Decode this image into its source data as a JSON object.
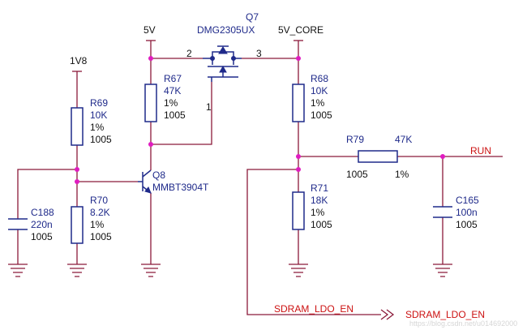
{
  "rails": {
    "v5": "5V",
    "v5_core": "5V_CORE",
    "v1v8": "1V8"
  },
  "q7": {
    "ref": "Q7",
    "part": "DMG2305UX",
    "pin2": "2",
    "pin3": "3",
    "pin1": "1"
  },
  "q8": {
    "ref": "Q8",
    "part": "MMBT3904T"
  },
  "r67": {
    "ref": "R67",
    "value": "47K",
    "tol": "1%",
    "pkg": "1005"
  },
  "r68": {
    "ref": "R68",
    "value": "10K",
    "tol": "1%",
    "pkg": "1005"
  },
  "r69": {
    "ref": "R69",
    "value": "10K",
    "tol": "1%",
    "pkg": "1005"
  },
  "r70": {
    "ref": "R70",
    "value": "8.2K",
    "tol": "1%",
    "pkg": "1005"
  },
  "r71": {
    "ref": "R71",
    "value": "18K",
    "tol": "1%",
    "pkg": "1005"
  },
  "r79": {
    "ref": "R79",
    "value": "47K",
    "tol": "1%",
    "pkg": "1005"
  },
  "c188": {
    "ref": "C188",
    "value": "220n",
    "pkg": "1005"
  },
  "c165": {
    "ref": "C165",
    "value": "100n",
    "pkg": "1005"
  },
  "nets": {
    "run": "RUN",
    "sdram_ldo_en": "SDRAM_LDO_EN",
    "sdram_ldo_en_port": "SDRAM_LDO_EN"
  },
  "watermark": "https://blog.csdn.net/u014692000",
  "colors": {
    "wire": "#8b1a3a",
    "component": "#1f2a8a",
    "junction": "#e01cc0",
    "net_label": "#cc1111"
  }
}
